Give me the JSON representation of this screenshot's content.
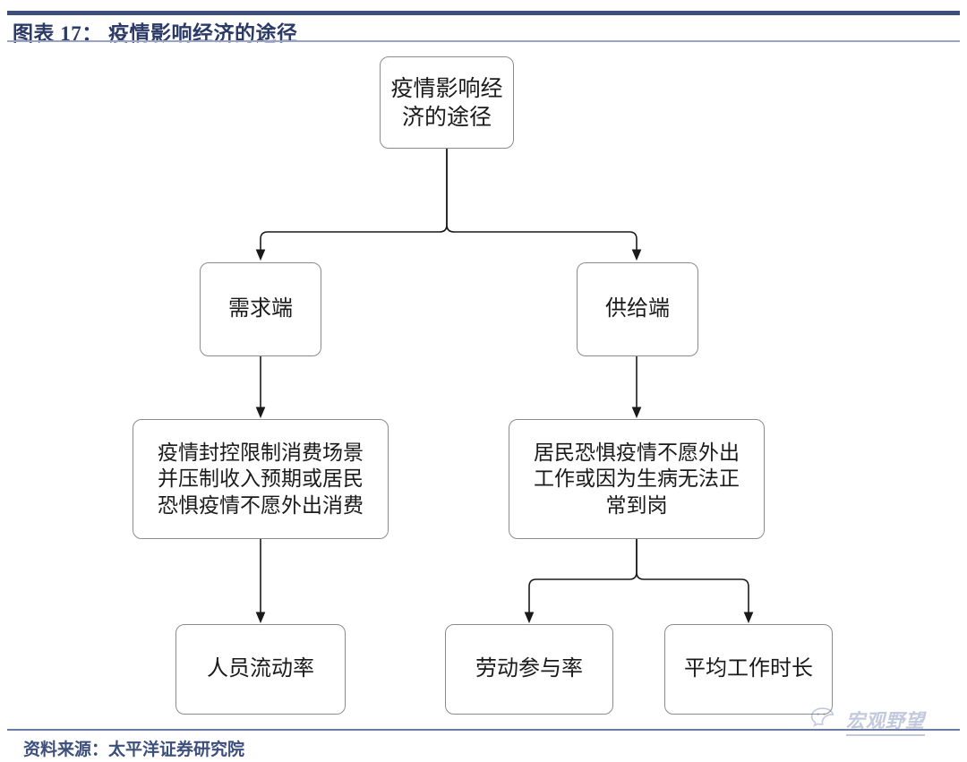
{
  "header": {
    "title": "图表 17： 疫情影响经济的途径"
  },
  "footer": {
    "source": "资料来源：太平洋证券研究院"
  },
  "watermark": {
    "label": "宏观野望",
    "icon": "wechat-icon"
  },
  "diagram": {
    "type": "flowchart",
    "orientation": "top-down",
    "node_border_color": "#8c8c8c",
    "connector_color": "#1a1a1a",
    "nodes": {
      "root": "疫情影响经\n济的途径",
      "demand": "需求端",
      "supply": "供给端",
      "demand_detail": "疫情封控限制消费场景\n并压制收入预期或居民\n恐惧疫情不愿外出消费",
      "supply_detail": "居民恐惧疫情不愿外出\n工作或因为生病无法正\n常到岗",
      "demand_outcome": "人员流动率",
      "supply_outcome_1": "劳动参与率",
      "supply_outcome_2": "平均工作时长"
    },
    "edges": [
      {
        "from": "root",
        "to": "demand"
      },
      {
        "from": "root",
        "to": "supply"
      },
      {
        "from": "demand",
        "to": "demand_detail"
      },
      {
        "from": "supply",
        "to": "supply_detail"
      },
      {
        "from": "demand_detail",
        "to": "demand_outcome"
      },
      {
        "from": "supply_detail",
        "to": "supply_outcome_1"
      },
      {
        "from": "supply_detail",
        "to": "supply_outcome_2"
      }
    ]
  }
}
